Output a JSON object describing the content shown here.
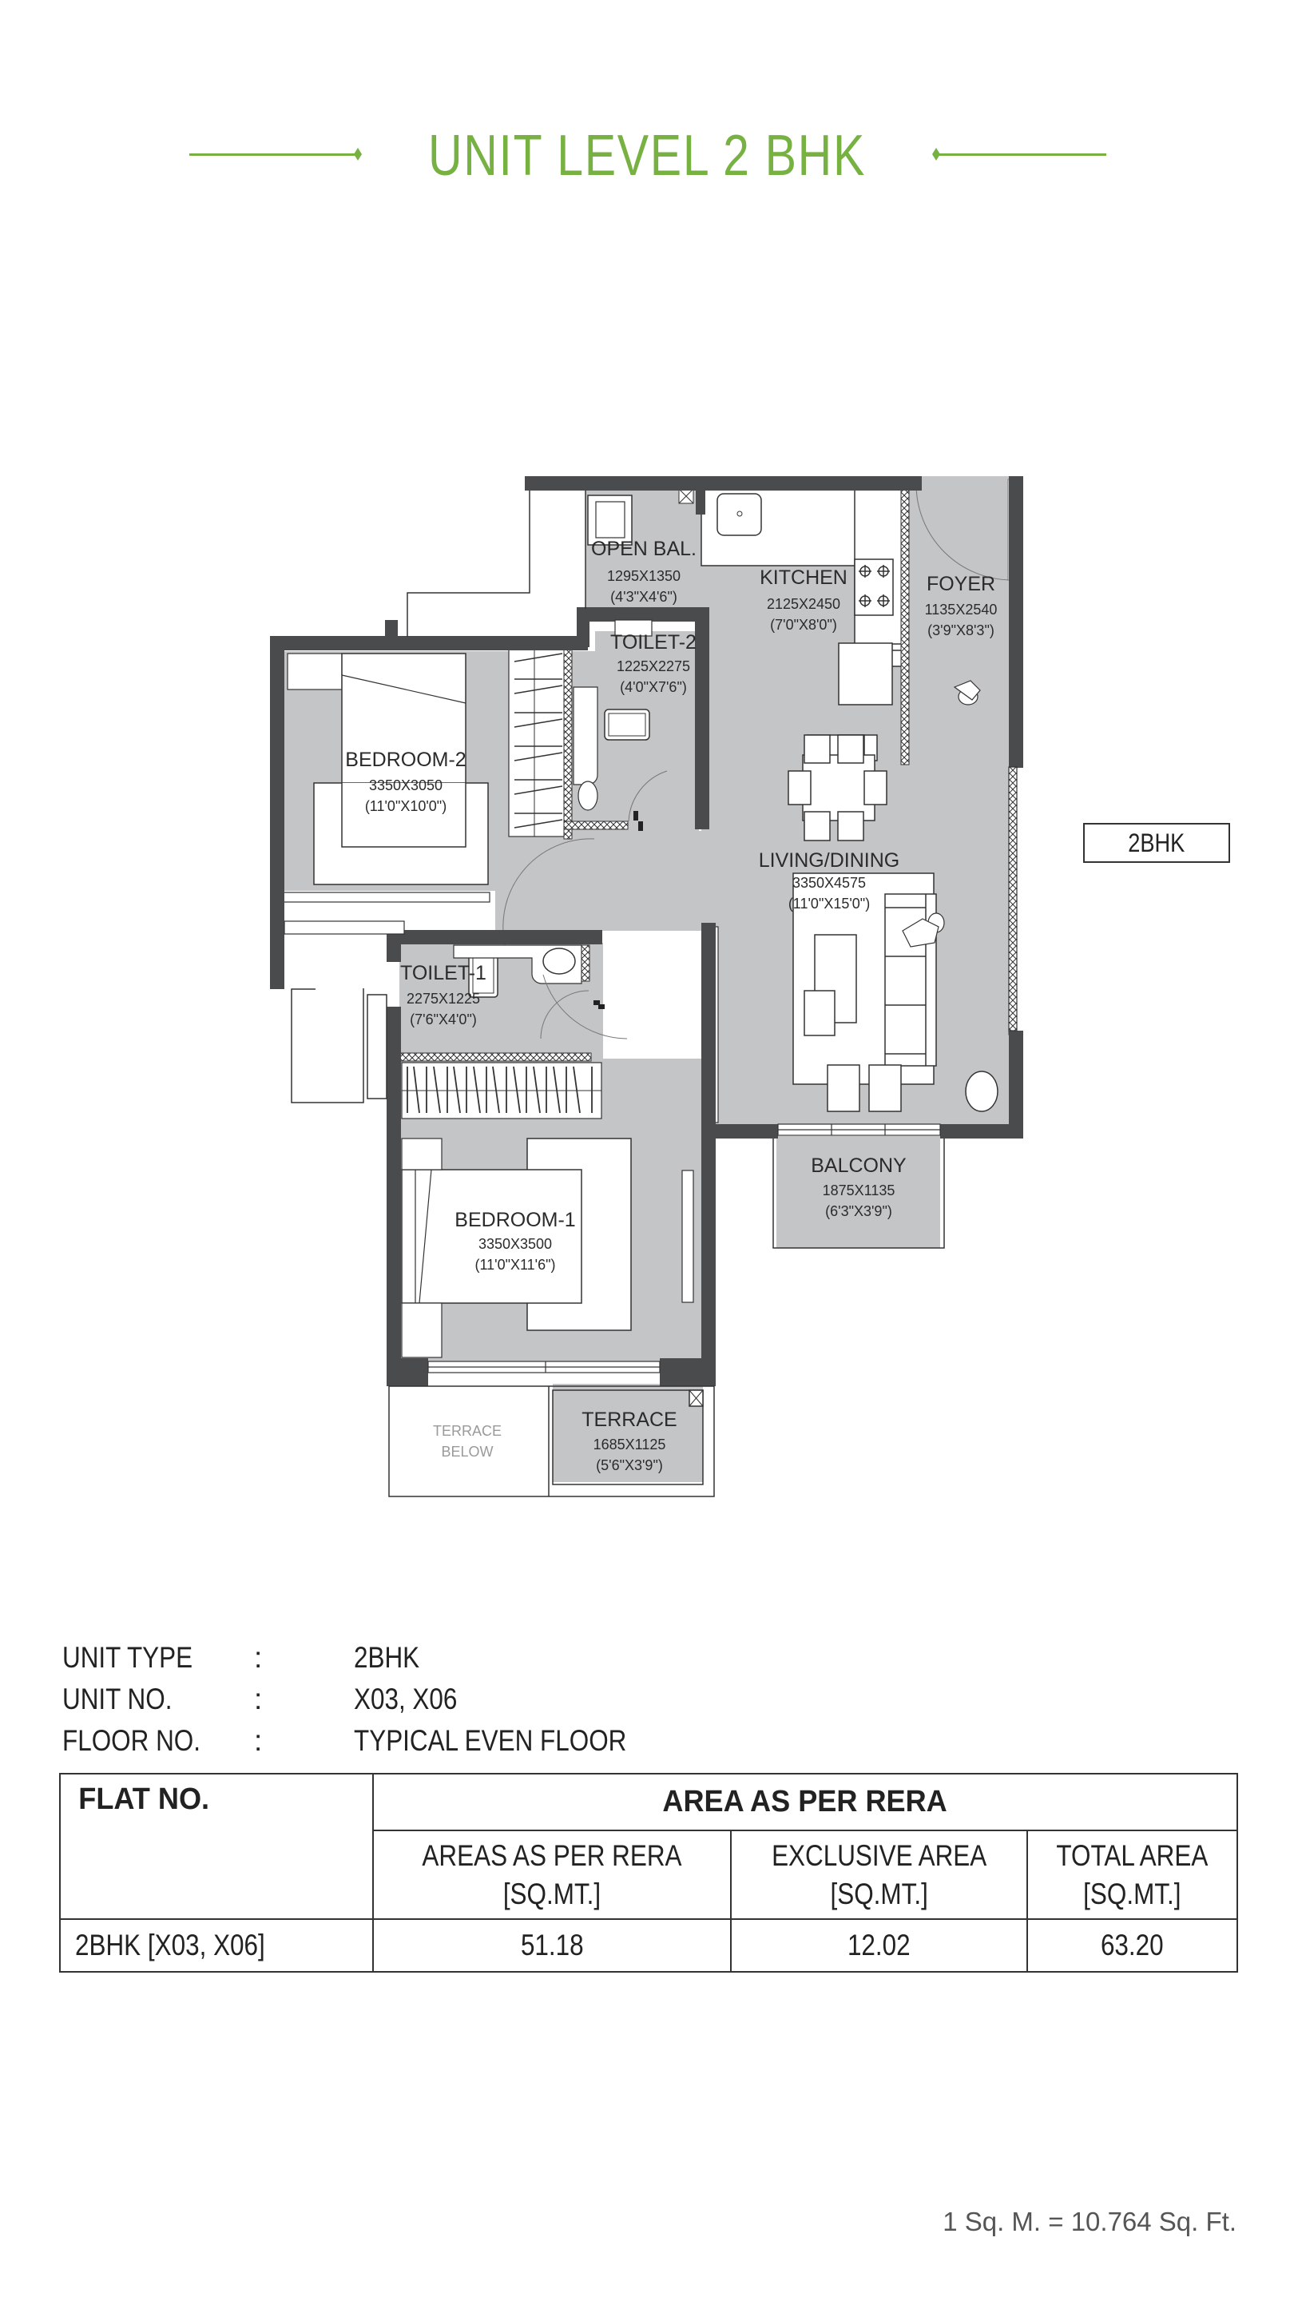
{
  "colors": {
    "accent": "#76b142",
    "wall": "#4a4b4d",
    "floor": "#c4c5c7",
    "line": "#333333"
  },
  "title": "UNIT LEVEL 2 BHK",
  "plan": {
    "unit_tag": "2BHK",
    "rooms": {
      "open_bal": {
        "name": "OPEN BAL.",
        "dim_mm": "1295X1350",
        "dim_ft": "(4'3\"X4'6\")"
      },
      "kitchen": {
        "name": "KITCHEN",
        "dim_mm": "2125X2450",
        "dim_ft": "(7'0\"X8'0\")"
      },
      "foyer": {
        "name": "FOYER",
        "dim_mm": "1135X2540",
        "dim_ft": "(3'9\"X8'3\")"
      },
      "toilet_2": {
        "name": "TOILET-2",
        "dim_mm": "1225X2275",
        "dim_ft": "(4'0\"X7'6\")"
      },
      "bedroom_2": {
        "name": "BEDROOM-2",
        "dim_mm": "3350X3050",
        "dim_ft": "(11'0\"X10'0\")"
      },
      "living_dining": {
        "name": "LIVING/DINING",
        "dim_mm": "3350X4575",
        "dim_ft": "(11'0\"X15'0\")"
      },
      "toilet_1": {
        "name": "TOILET-1",
        "dim_mm": "2275X1225",
        "dim_ft": "(7'6\"X4'0\")"
      },
      "balcony": {
        "name": "BALCONY",
        "dim_mm": "1875X1135",
        "dim_ft": "(6'3\"X3'9\")"
      },
      "bedroom_1": {
        "name": "BEDROOM-1",
        "dim_mm": "3350X3500",
        "dim_ft": "(11'0\"X11'6\")"
      },
      "terrace": {
        "name": "TERRACE",
        "dim_mm": "1685X1125",
        "dim_ft": "(5'6\"X3'9\")"
      },
      "terrace_below": {
        "line1": "TERRACE",
        "line2": "BELOW"
      }
    }
  },
  "info": [
    {
      "key": "UNIT TYPE",
      "sep": ":",
      "value": "2BHK"
    },
    {
      "key": "UNIT NO.",
      "sep": ":",
      "value": "X03, X06"
    },
    {
      "key": "FLOOR NO.",
      "sep": ":",
      "value": "TYPICAL EVEN FLOOR"
    }
  ],
  "table": {
    "flat_header": "FLAT NO.",
    "group_header": "AREA AS PER RERA",
    "sub_headers": [
      {
        "line1": "AREAS AS PER RERA",
        "line2": "[SQ.MT.]"
      },
      {
        "line1": "EXCLUSIVE AREA",
        "line2": "[SQ.MT.]"
      },
      {
        "line1": "TOTAL AREA",
        "line2": "[SQ.MT.]"
      }
    ],
    "rows": [
      {
        "flat": "2BHK [X03, X06]",
        "rera_area": "51.18",
        "exclusive_area": "12.02",
        "total_area": "63.20"
      }
    ]
  },
  "footnote": "1 Sq. M. = 10.764 Sq. Ft."
}
